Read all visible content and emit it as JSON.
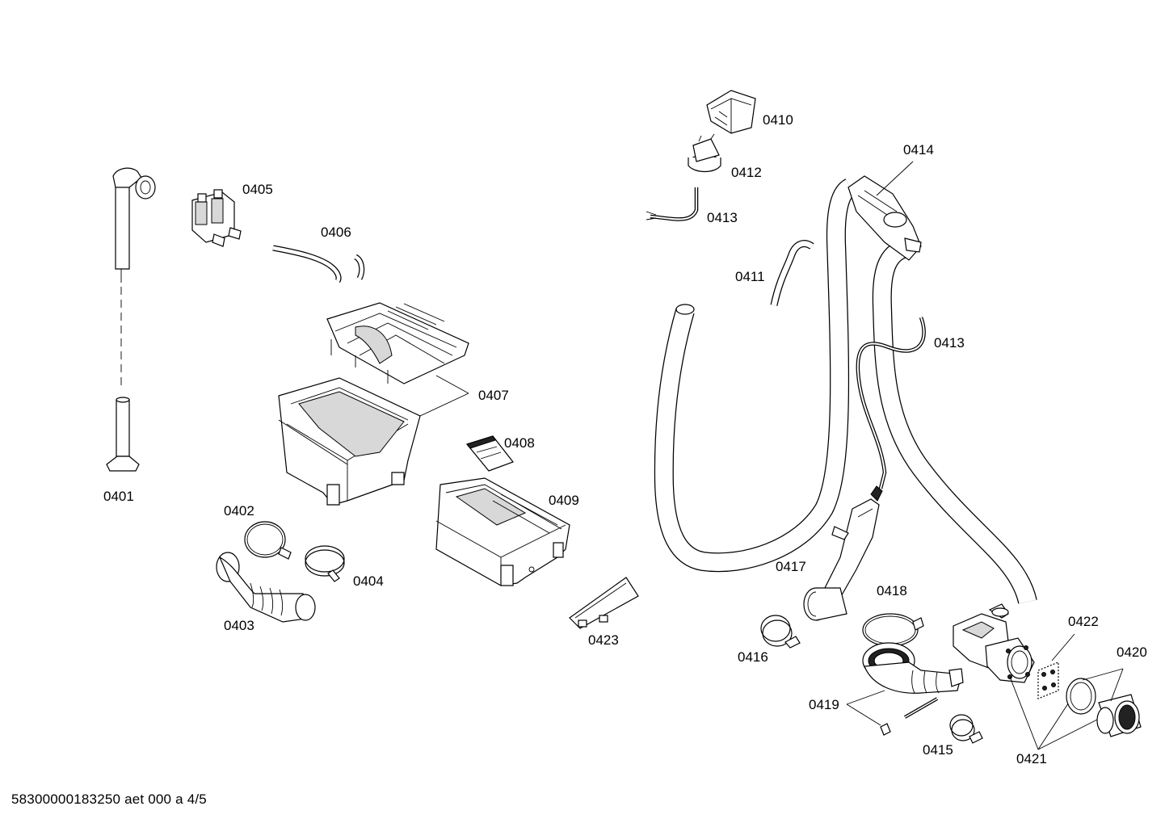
{
  "footer": {
    "text": "58300000183250 aet 000 a 4/5"
  },
  "parts": [
    {
      "id": "0401",
      "label": "0401"
    },
    {
      "id": "0402",
      "label": "0402"
    },
    {
      "id": "0403",
      "label": "0403"
    },
    {
      "id": "0404",
      "label": "0404"
    },
    {
      "id": "0405",
      "label": "0405"
    },
    {
      "id": "0406",
      "label": "0406"
    },
    {
      "id": "0407",
      "label": "0407"
    },
    {
      "id": "0408",
      "label": "0408"
    },
    {
      "id": "0409",
      "label": "0409"
    },
    {
      "id": "0410",
      "label": "0410"
    },
    {
      "id": "0411",
      "label": "0411"
    },
    {
      "id": "0412",
      "label": "0412"
    },
    {
      "id": "0413a",
      "label": "0413"
    },
    {
      "id": "0413b",
      "label": "0413"
    },
    {
      "id": "0414",
      "label": "0414"
    },
    {
      "id": "0415",
      "label": "0415"
    },
    {
      "id": "0416",
      "label": "0416"
    },
    {
      "id": "0417",
      "label": "0417"
    },
    {
      "id": "0418",
      "label": "0418"
    },
    {
      "id": "0419",
      "label": "0419"
    },
    {
      "id": "0420",
      "label": "0420"
    },
    {
      "id": "0421",
      "label": "0421"
    },
    {
      "id": "0422",
      "label": "0422"
    },
    {
      "id": "0423",
      "label": "0423"
    }
  ]
}
